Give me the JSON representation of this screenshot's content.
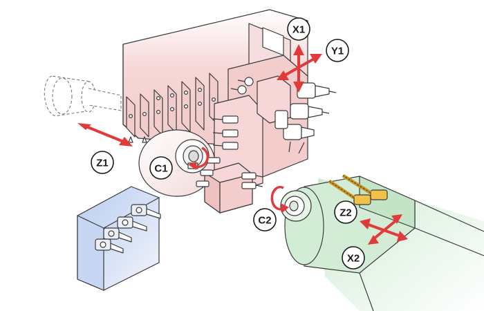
{
  "labels": {
    "x1": "X1",
    "y1": "Y1",
    "z1": "Z1",
    "c1": "C1",
    "c2": "C2",
    "z2": "Z2",
    "x2": "X2"
  },
  "colors": {
    "axis_arrow": "#e03a3a",
    "main_body_fill": "#f7dcdc",
    "main_body_dark": "#eac6c6",
    "subspindle_fill": "#d7efd9",
    "tool_block_fill": "#c9d7f2",
    "outline": "#3a3a3a",
    "drill_shank": "#f0c24a"
  },
  "icons": {
    "rotation": "curved-rotation-arrow-icon",
    "linear": "double-headed-arrow-icon",
    "cross": "four-way-arrow-icon"
  }
}
